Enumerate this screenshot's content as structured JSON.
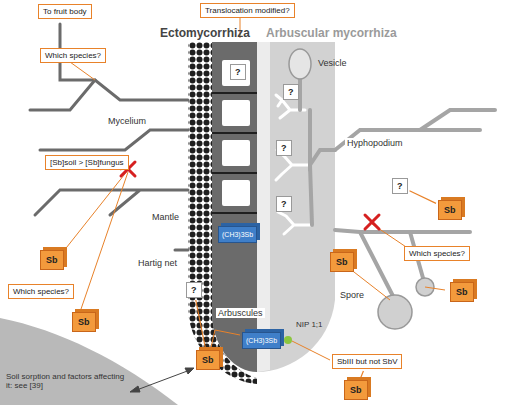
{
  "diagram": {
    "nodes": [
      {
        "text": [
          "To fruit body"
        ]
      },
      {
        "text": [
          "Translocation modified?"
        ]
      },
      {
        "text": [
          "Which species?"
        ]
      },
      {
        "text": [
          "?"
        ]
      },
      {
        "text": [
          "?"
        ]
      },
      {
        "text": [
          "[Sb]soil > [Sb]fungus"
        ]
      },
      {
        "text": [
          "?"
        ]
      },
      {
        "text": [
          "?"
        ]
      },
      {
        "text": [
          "Sb"
        ]
      },
      {
        "text": [
          "(CH3)3Sb"
        ]
      },
      {
        "text": [
          "?"
        ]
      },
      {
        "text": [
          "Which species?"
        ]
      },
      {
        "text": [
          "Sb"
        ]
      },
      {
        "text": [
          "?"
        ]
      },
      {
        "text": [
          "Which species?"
        ]
      },
      {
        "text": [
          "Sb"
        ]
      },
      {
        "text": [
          "Sb"
        ]
      },
      {
        "text": [
          "Sb"
        ]
      },
      {
        "text": [
          "(CH3)3Sb"
        ]
      },
      {
        "text": [
          "Sb"
        ]
      },
      {
        "text": [
          "SbIII but not SbV"
        ]
      },
      {
        "text": [
          "Sb"
        ]
      }
    ],
    "edges": [
      {
        "from": 19,
        "to": 13,
        "arrow": "none"
      },
      {
        "from": 8,
        "to": 7,
        "arrow": "none"
      },
      {
        "from": 21,
        "to": 20,
        "arrow": "none"
      }
    ],
    "labels": [
      "Ectomycorrhiza",
      "Arbuscular mycorrhiza",
      "Mycelium",
      "Mantle",
      "Hartig net",
      "Vesicle",
      "Hyphopodium",
      "Arbuscules",
      "Spore",
      "NIP 1;1",
      "Soil sorption and factors affecting it: see [39]"
    ]
  }
}
